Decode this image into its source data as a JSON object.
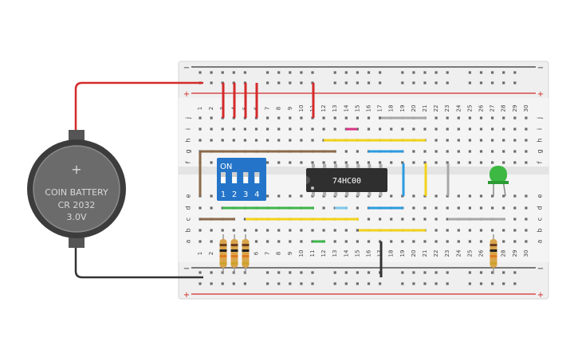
{
  "battery": {
    "label_line1": "COIN BATTERY",
    "label_line2": "CR 2032",
    "label_line3": "3.0V",
    "plus_symbol": "+"
  },
  "chip": {
    "label": "74HC00"
  },
  "dip_switch": {
    "on_label": "ON",
    "switch_numbers": [
      "1",
      "2",
      "3",
      "4"
    ]
  },
  "breadboard": {
    "column_numbers": [
      "1",
      "2",
      "3",
      "4",
      "5",
      "6",
      "7",
      "8",
      "9",
      "10",
      "11",
      "12",
      "13",
      "14",
      "15",
      "16",
      "17",
      "18",
      "19",
      "20",
      "21",
      "22",
      "23",
      "24",
      "25",
      "26",
      "27",
      "28",
      "29",
      "30"
    ],
    "upper_row_letters": [
      "j",
      "i",
      "h",
      "g",
      "f"
    ],
    "lower_row_letters": [
      "e",
      "d",
      "c",
      "b",
      "a"
    ],
    "rail_minus": "−",
    "rail_plus": "+"
  },
  "colors": {
    "red_wire": "#d42a2a",
    "black_wire": "#333333",
    "brown_wire": "#8b6a4a",
    "yellow_wire": "#f2d21b",
    "blue_wire": "#2b9be0",
    "green_wire": "#3bb54a",
    "gray_wire": "#a8a8a8",
    "magenta_wire": "#d63384",
    "light_blue_wire": "#7cc8e8",
    "led_green": "#3db843",
    "switch_blue": "#2475c9",
    "board": "#f2f2f2"
  }
}
